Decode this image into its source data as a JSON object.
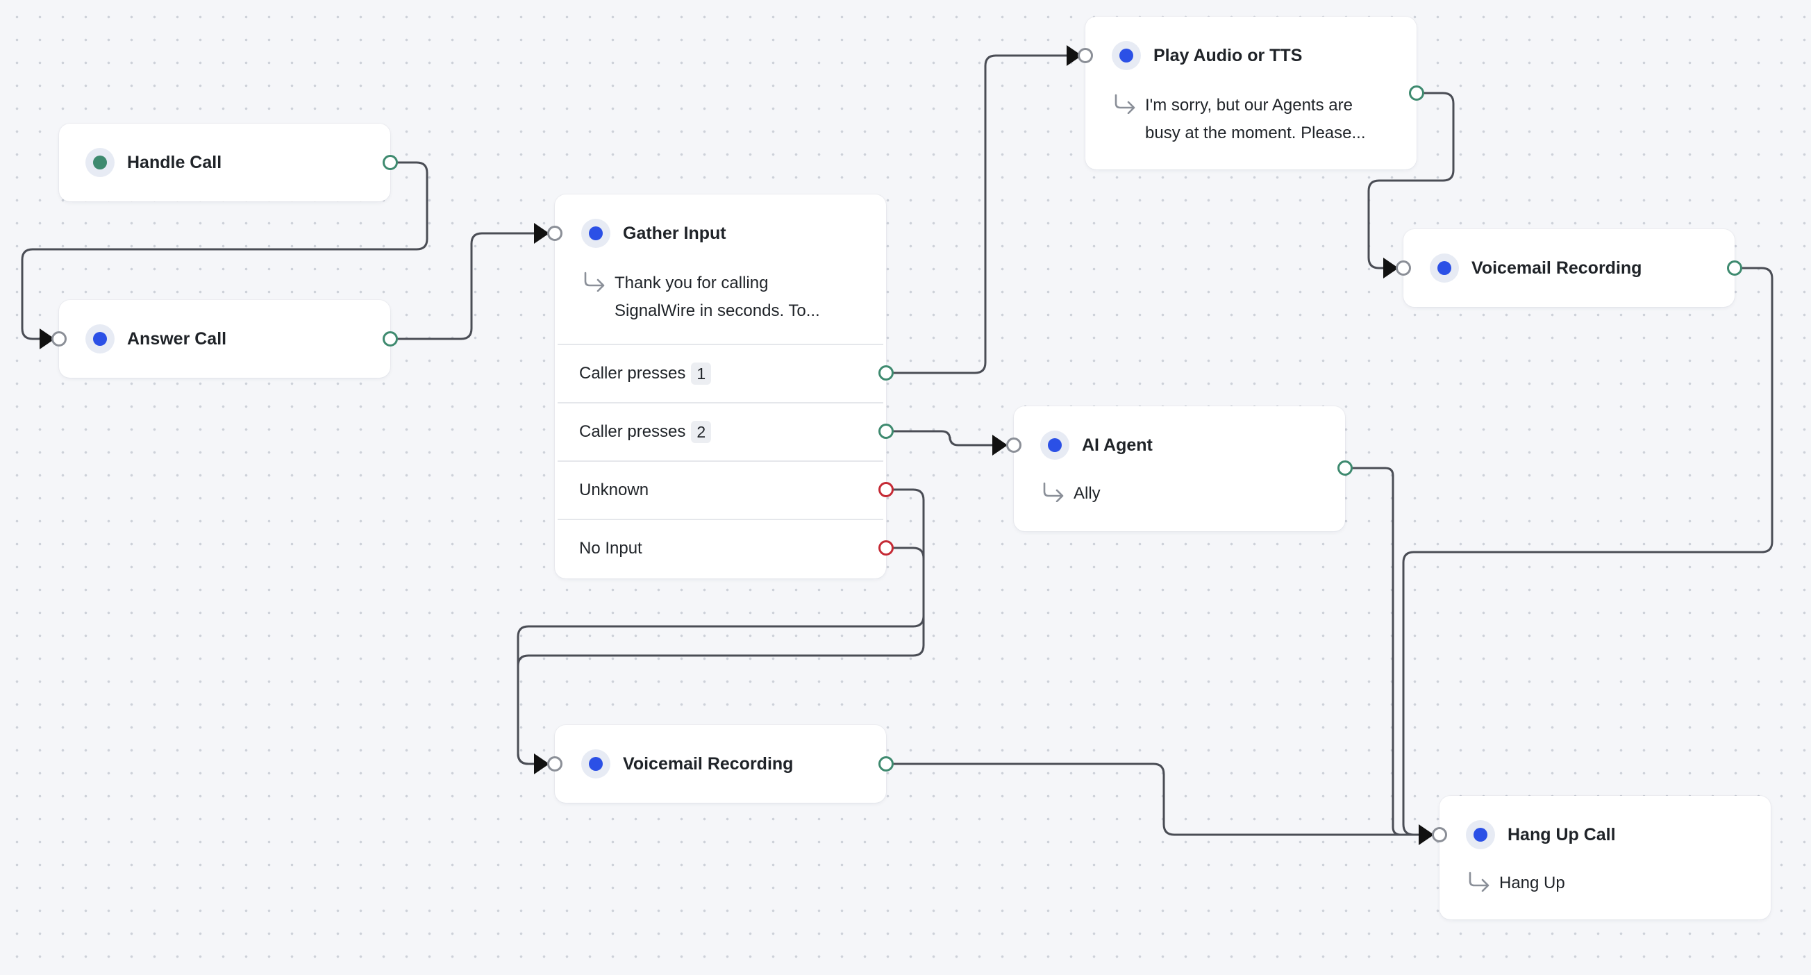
{
  "colors": {
    "canvas": "#f5f6f9",
    "edge": "#4a4d55",
    "start_dot": "#3e8a6f",
    "node_dot": "#2b50e6",
    "output_port": "#3e8a6f",
    "error_port": "#c52a35",
    "input_port": "#8b8f97"
  },
  "nodes": {
    "handle_call": {
      "title": "Handle Call",
      "status": "start"
    },
    "answer_call": {
      "title": "Answer Call"
    },
    "gather_input": {
      "title": "Gather Input",
      "detail_lines": [
        "Thank you for calling",
        "SignalWire in seconds. To..."
      ],
      "outputs": [
        {
          "label": "Caller presses",
          "key": "1"
        },
        {
          "label": "Caller presses",
          "key": "2"
        },
        {
          "label": "Unknown"
        },
        {
          "label": "No Input"
        }
      ]
    },
    "play_audio": {
      "title": "Play Audio or TTS",
      "detail_lines": [
        "I'm sorry, but our Agents are",
        "busy at the moment. Please..."
      ]
    },
    "voicemail_top": {
      "title": "Voicemail Recording"
    },
    "ai_agent": {
      "title": "AI Agent",
      "detail_lines": [
        "Ally"
      ]
    },
    "voicemail_bottom": {
      "title": "Voicemail Recording"
    },
    "hang_up": {
      "title": "Hang Up Call",
      "detail_lines": [
        "Hang Up"
      ]
    }
  },
  "connections": [
    {
      "from": "handle_call",
      "to": "answer_call"
    },
    {
      "from": "answer_call",
      "to": "gather_input"
    },
    {
      "from": "gather_input",
      "output": "Caller presses 1",
      "to": "play_audio"
    },
    {
      "from": "gather_input",
      "output": "Caller presses 2",
      "to": "ai_agent"
    },
    {
      "from": "gather_input",
      "output": "Unknown",
      "to": "voicemail_bottom"
    },
    {
      "from": "gather_input",
      "output": "No Input",
      "to": "voicemail_bottom"
    },
    {
      "from": "play_audio",
      "to": "voicemail_top"
    },
    {
      "from": "voicemail_top",
      "to": "hang_up"
    },
    {
      "from": "ai_agent",
      "to": "hang_up"
    },
    {
      "from": "voicemail_bottom",
      "to": "hang_up"
    }
  ]
}
